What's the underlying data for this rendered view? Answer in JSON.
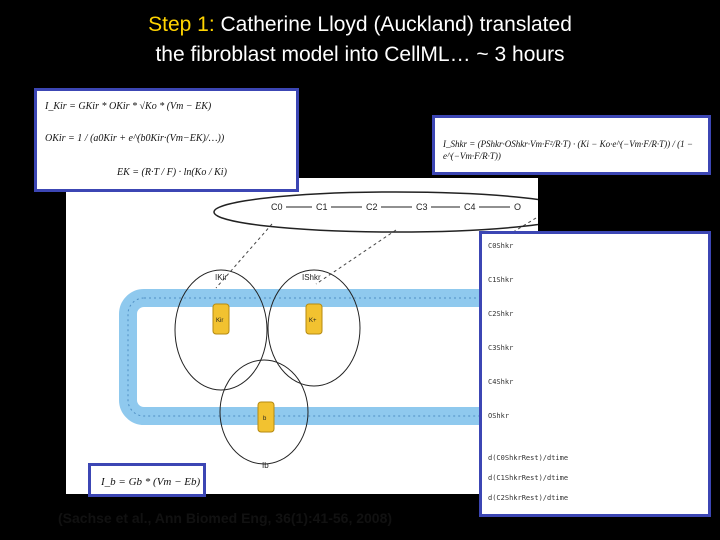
{
  "title": {
    "step": "Step 1:",
    "line1_rest": "Catherine Lloyd (Auckland) translated",
    "line2": "the fibroblast model into CellML… ~ 3 hours"
  },
  "panels": {
    "kir": {
      "eq1": "I_Kir = GKir * OKir * √Ko * (Vm − EK)",
      "eq2": "OKir = 1 / (a0Kir + e^(b0Kir·(Vm−EK)/…))",
      "eq3": "EK = (R·T / F) · ln(Ko / Ki)"
    },
    "shkr": {
      "eq": "I_Shkr = (PShkr·OShkr·Vm·F²/R·T) · (Ki − Ko·e^(−Vm·F/R·T)) / (1 − e^(−Vm·F/R·T))"
    },
    "ib": {
      "eq": "I_b = Gb * (Vm − Eb)"
    },
    "states": {
      "rows": [
        "C0Shkr",
        "C1Shkr",
        "C2Shkr",
        "C3Shkr",
        "C4Shkr",
        "OShkr"
      ],
      "footer": [
        "d(C0ShkrRest)/dtime",
        "d(C1ShkrRest)/dtime",
        "d(C2ShkrRest)/dtime"
      ]
    }
  },
  "diagram": {
    "states": [
      "C0",
      "C1",
      "C2",
      "C3",
      "C4",
      "O"
    ],
    "labels": {
      "kir": "IKir",
      "shkr": "IShkr",
      "b": "Ib",
      "ch1": "Kir",
      "ch2": "K+",
      "ch3": "b"
    }
  },
  "citation": "(Sachse et al., Ann Biomed Eng, 36(1):41-56, 2008)",
  "colors": {
    "panel_border": "#3c46b4",
    "accent": "#ffd400",
    "membrane": "#8fc9ee",
    "channel": "#f2c230"
  }
}
